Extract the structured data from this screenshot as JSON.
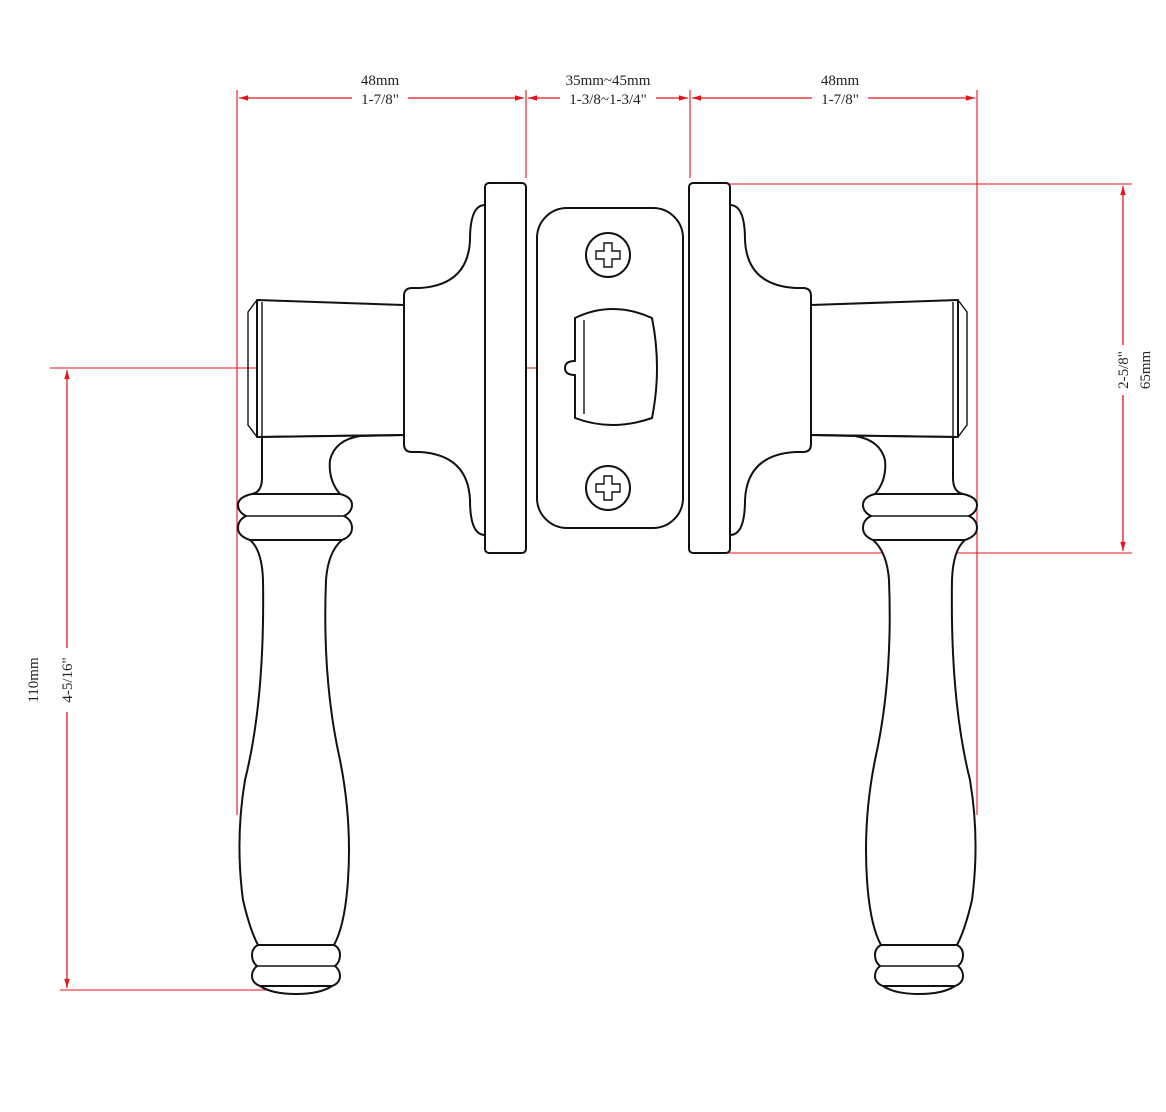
{
  "dimensions": {
    "left_handle_width": {
      "metric": "48mm",
      "imperial": "1-7/8\""
    },
    "door_thickness": {
      "metric": "35mm~45mm",
      "imperial": "1-3/8~1-3/4\""
    },
    "right_handle_width": {
      "metric": "48mm",
      "imperial": "1-7/8\""
    },
    "rose_height": {
      "metric": "65mm",
      "imperial": "2-5/8\""
    },
    "handle_length": {
      "metric": "110mm",
      "imperial": "4-5/16\""
    }
  },
  "colors": {
    "dimension_lines": "#e8141c",
    "outline": "#111111"
  }
}
